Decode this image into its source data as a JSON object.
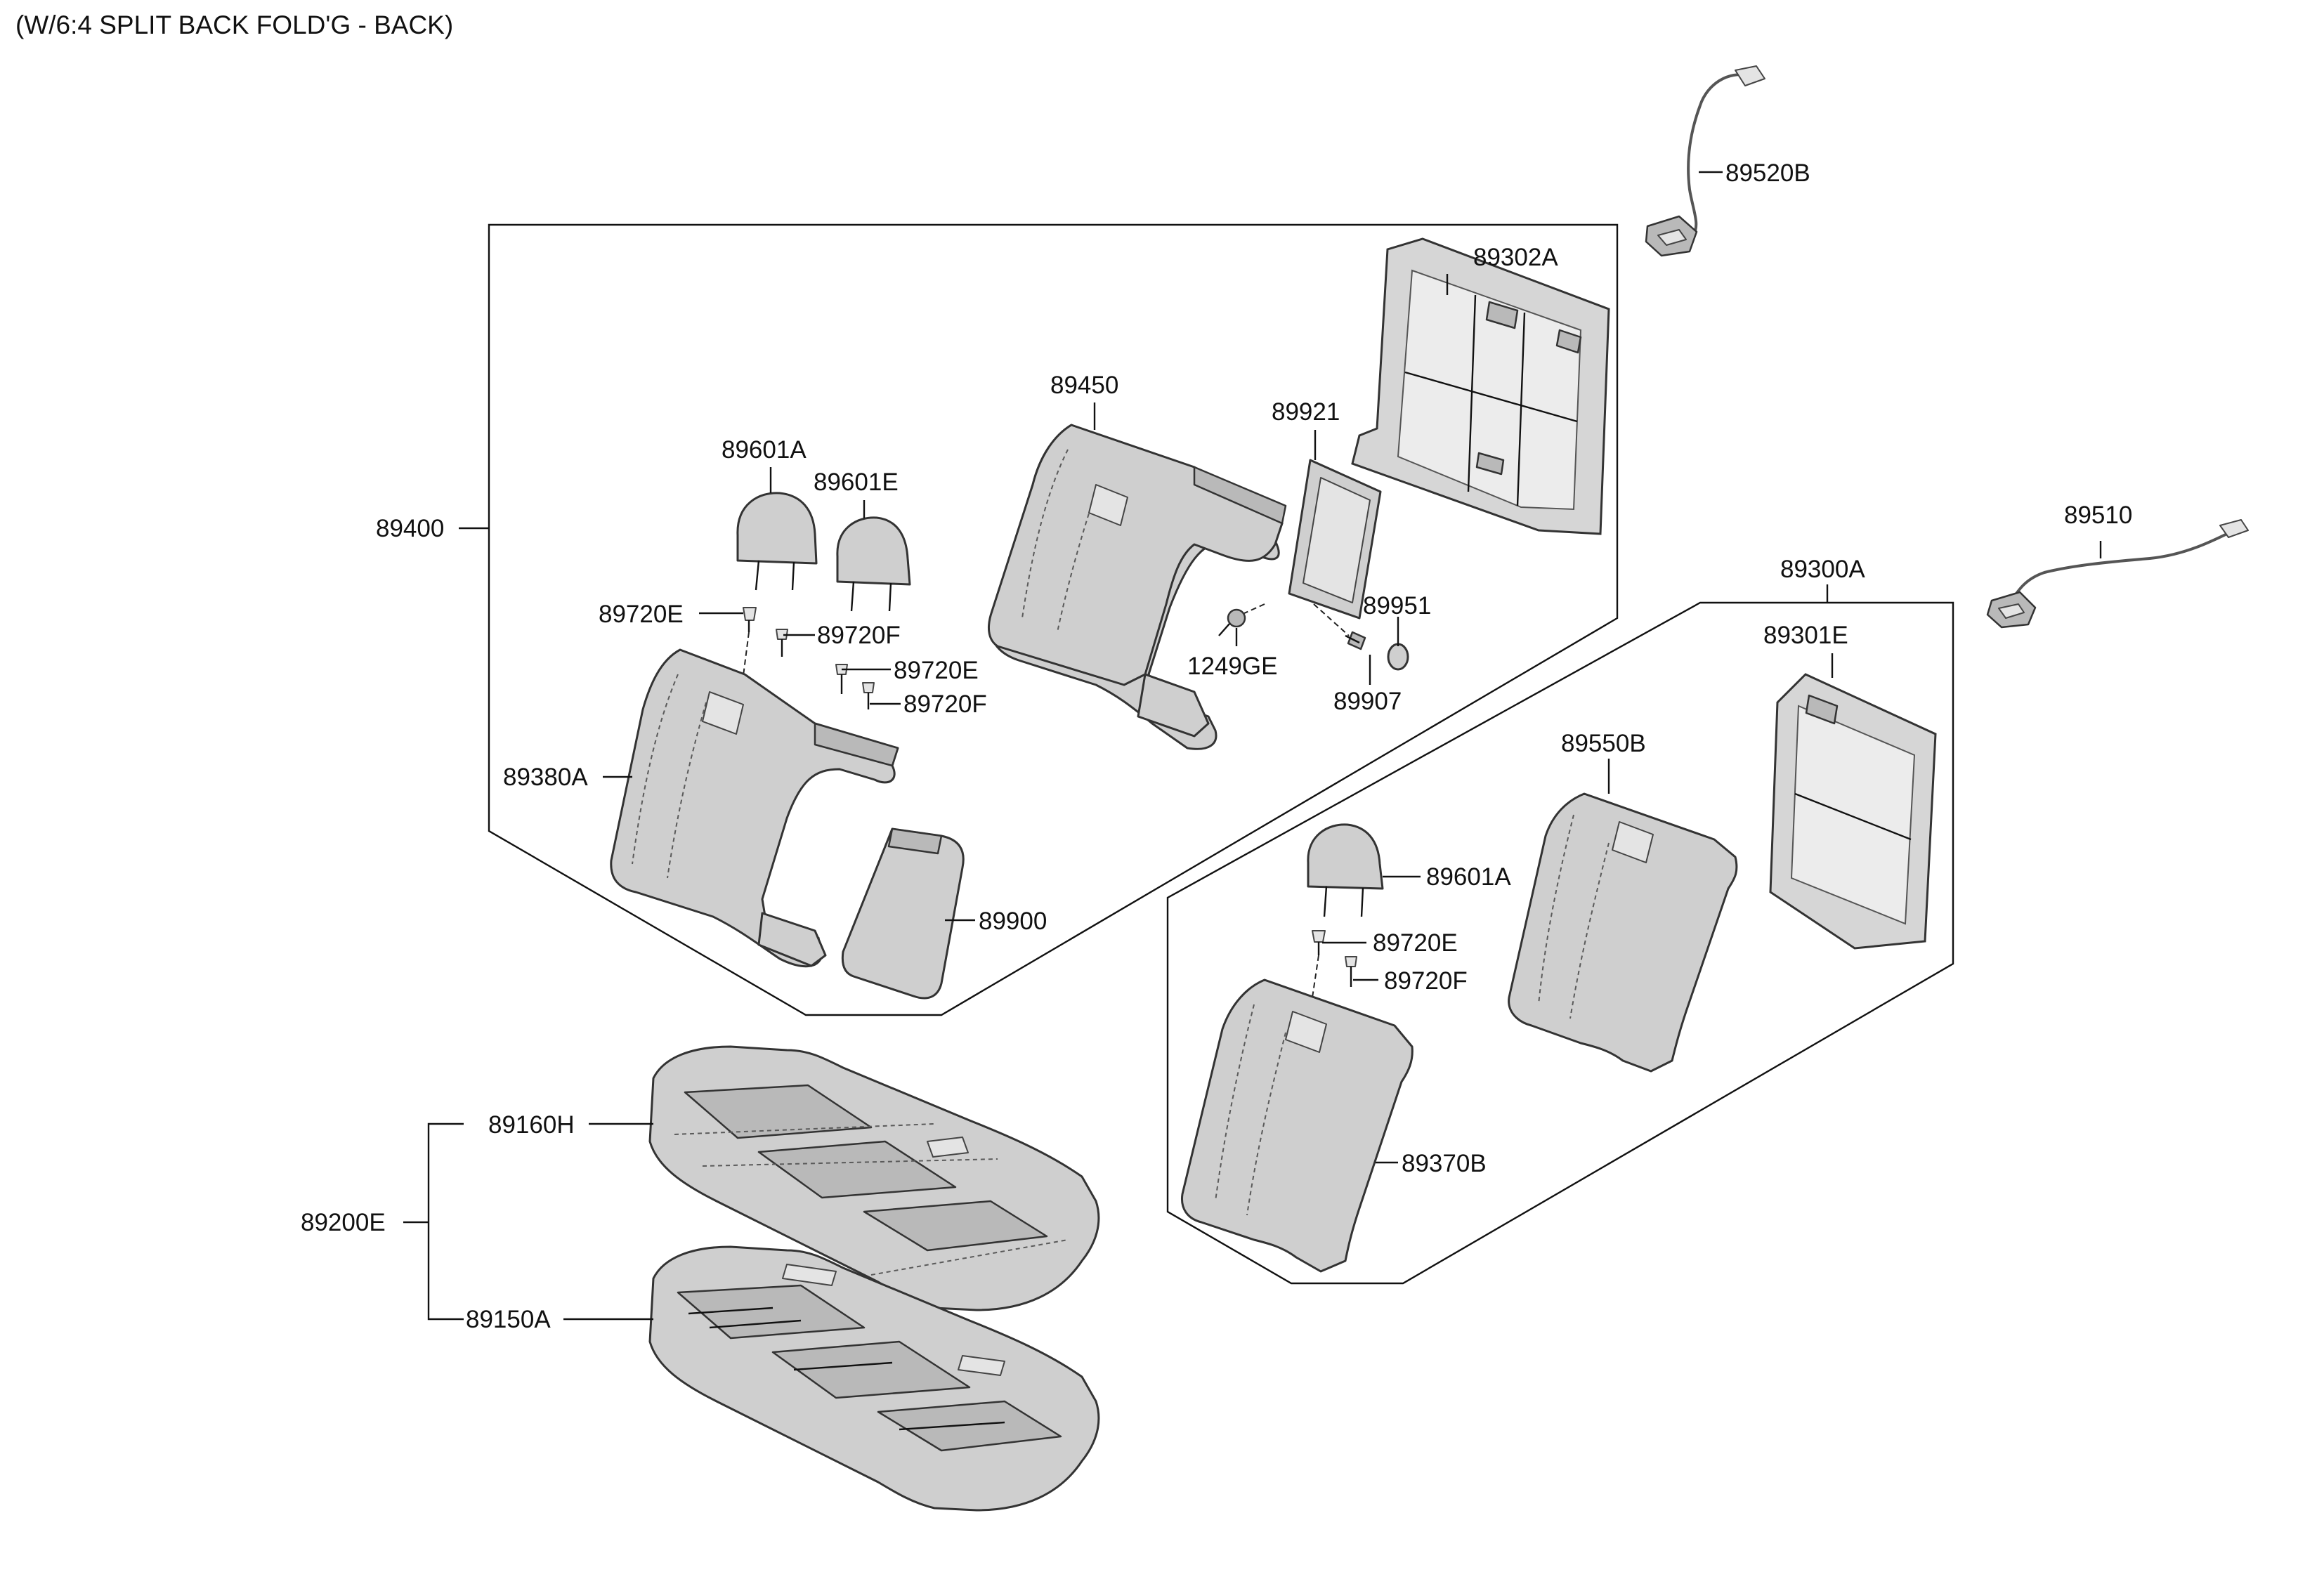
{
  "title": "(W/6:4 SPLIT BACK FOLD'G - BACK)",
  "labels": {
    "p89520B": "89520B",
    "p89302A": "89302A",
    "p89450": "89450",
    "p89921": "89921",
    "p89601A_1": "89601A",
    "p89601E": "89601E",
    "p89400": "89400",
    "p89720E_1": "89720E",
    "p89720F_1": "89720F",
    "p89720E_2": "89720E",
    "p89720F_2": "89720F",
    "p89951": "89951",
    "p1249GE": "1249GE",
    "p89907": "89907",
    "p89510": "89510",
    "p89300A": "89300A",
    "p89301E": "89301E",
    "p89380A": "89380A",
    "p89550B": "89550B",
    "p89601A_2": "89601A",
    "p89900": "89900",
    "p89720E_3": "89720E",
    "p89720F_3": "89720F",
    "p89370B": "89370B",
    "p89160H": "89160H",
    "p89200E": "89200E",
    "p89150A": "89150A"
  }
}
